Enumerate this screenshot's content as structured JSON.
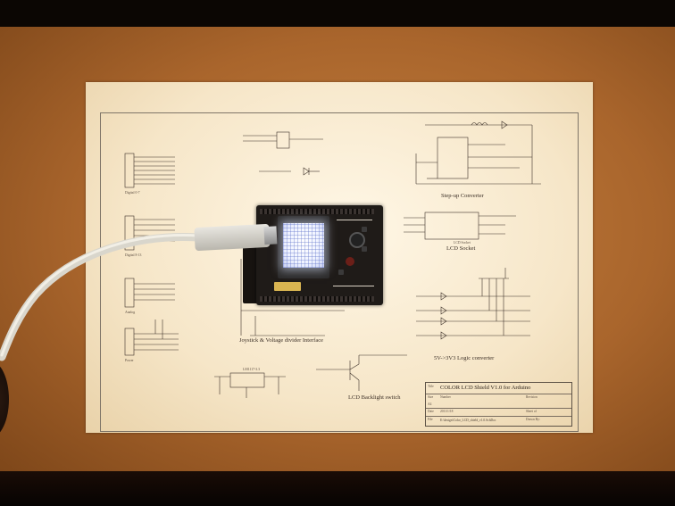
{
  "schematic": {
    "title": "COLOR LCD Shield V1.0 for Arduino",
    "file": "E:\\design\\Color_LCD_shield_v1.0.SchDoc",
    "section_labels": {
      "stepup": "Step-up Converter",
      "lcd_socket": "LCD Socket",
      "joystick": "Joystick & Voltage divider Interface",
      "logic": "5V->3V3 Logic converter",
      "backlight": "LCD Backlight switch"
    },
    "connector_labels": {
      "digital0": "Digital 0-7",
      "digital1": "Digital 8-13",
      "analog": "Analog",
      "power": "Power"
    },
    "part_labels": {
      "lcd_socket_part": "LCD Socket",
      "regulator": "LM1117-3.3"
    },
    "title_block": {
      "title_label": "Title",
      "size_label": "Size",
      "a4_label": "A4",
      "number_label": "Number",
      "revision_label": "Revision",
      "date_label": "Date",
      "date_value": "2011/1/18",
      "sheet_label": "Sheet of",
      "file_label": "File",
      "drawn_label": "Drawn By:"
    }
  }
}
